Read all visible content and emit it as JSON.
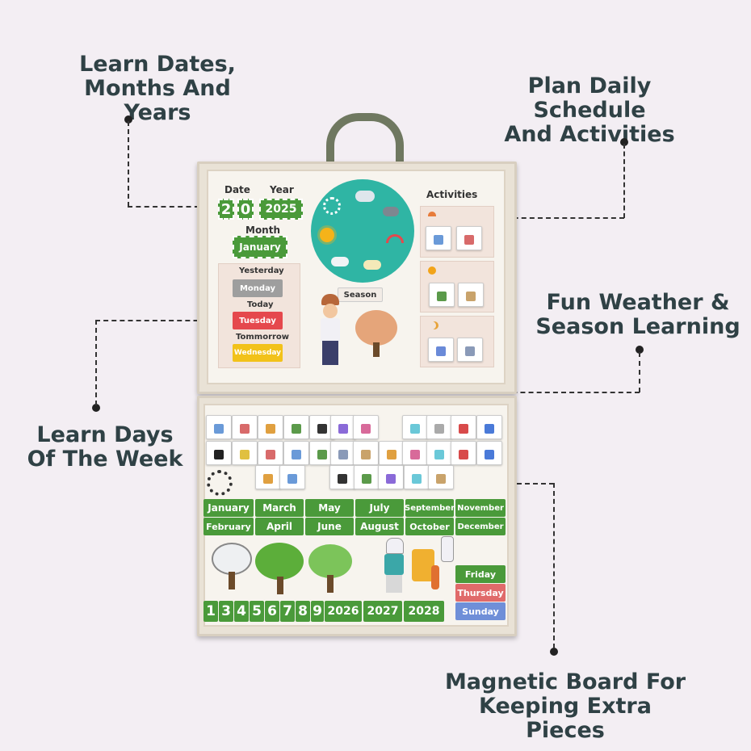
{
  "callouts": {
    "dates": "Learn Dates,\nMonths And Years",
    "schedule": "Plan Daily Schedule\nAnd Activities",
    "weather": "Fun Weather &\nSeason Learning",
    "days": "Learn Days\nOf The Week",
    "magnetic": "Magnetic Board For\nKeeping Extra Pieces"
  },
  "board_top": {
    "date_label": "Date",
    "year_label": "Year",
    "date_digits": [
      "2",
      "0"
    ],
    "year_value": "2025",
    "month_label": "Month",
    "month_value": "January",
    "yesterday_label": "Yesterday",
    "yesterday_value": "Monday",
    "today_label": "Today",
    "today_value": "Tuesday",
    "tomorrow_label": "Tommorrow",
    "tomorrow_value": "Wednesday",
    "season_label": "Season",
    "activities_label": "Activities"
  },
  "board_bottom": {
    "months_row1": [
      "January",
      "March",
      "May",
      "July",
      "September",
      "November"
    ],
    "months_row2": [
      "February",
      "April",
      "June",
      "August",
      "October",
      "December"
    ],
    "digits": [
      "1",
      "3",
      "4",
      "5",
      "6",
      "7",
      "8",
      "9"
    ],
    "years": [
      "2026",
      "2027",
      "2028"
    ],
    "days": [
      "Friday",
      "Thursday",
      "Sunday"
    ]
  },
  "colors": {
    "green": "#4a9a3a",
    "weather_wheel": "#2fb5a4",
    "background": "#f3eef3"
  }
}
